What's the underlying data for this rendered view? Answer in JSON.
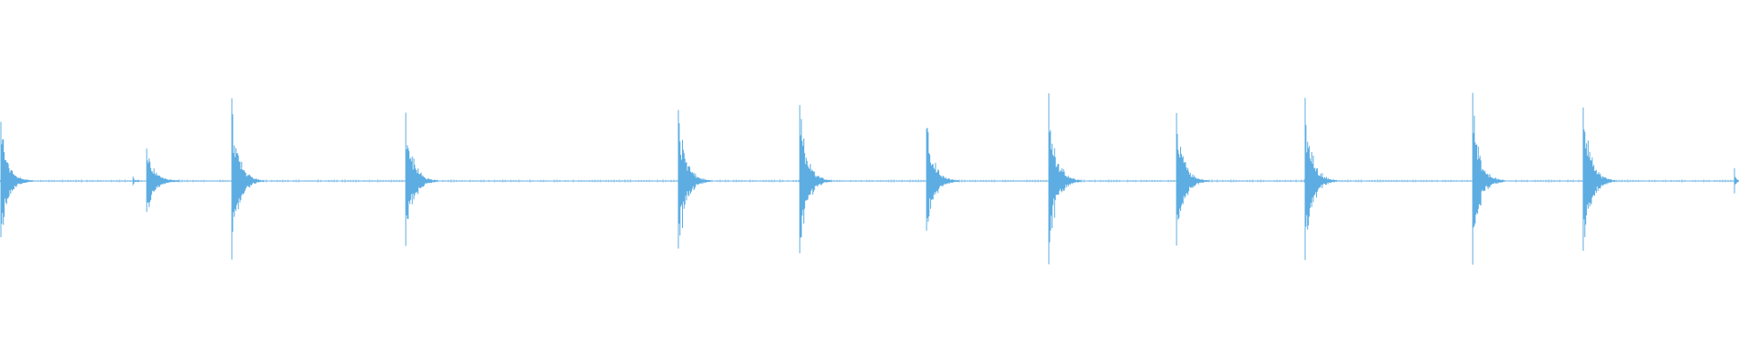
{
  "waveform": {
    "color": "#5dade2",
    "transients": [
      {
        "t": 0.0,
        "amp": 0.43
      },
      {
        "t": 0.076,
        "amp": 0.03
      },
      {
        "t": 0.084,
        "amp": 0.28
      },
      {
        "t": 0.133,
        "amp": 0.55
      },
      {
        "t": 0.233,
        "amp": 0.49
      },
      {
        "t": 0.39,
        "amp": 0.54
      },
      {
        "t": 0.46,
        "amp": 0.56
      },
      {
        "t": 0.533,
        "amp": 0.47
      },
      {
        "t": 0.603,
        "amp": 0.58
      },
      {
        "t": 0.677,
        "amp": 0.5
      },
      {
        "t": 0.751,
        "amp": 0.54
      },
      {
        "t": 0.847,
        "amp": 0.56
      },
      {
        "t": 0.911,
        "amp": 0.6
      },
      {
        "t": 0.998,
        "amp": 0.08
      }
    ]
  }
}
